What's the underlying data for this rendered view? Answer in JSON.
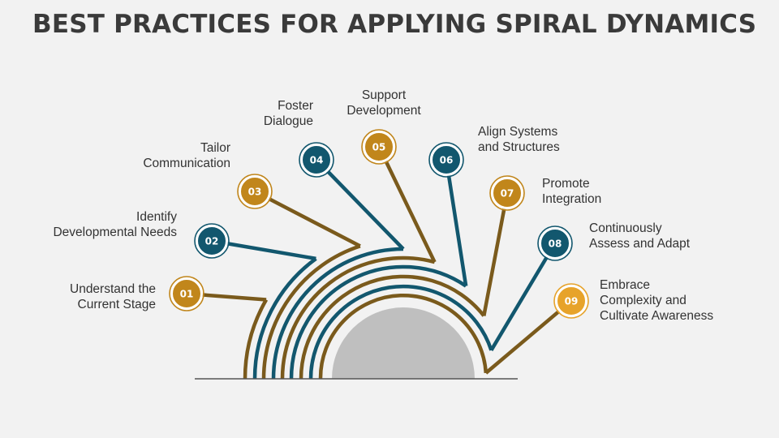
{
  "title": "BEST PRACTICES FOR APPLYING SPIRAL DYNAMICS",
  "colors": {
    "gold": "#c1861b",
    "brown": "#7a5a1c",
    "teal": "#12576e",
    "highlight": "#e7a32a",
    "center": "#bfbfbf",
    "baseline": "#555555"
  },
  "steps": [
    {
      "number": "01",
      "lines": [
        "Understand the",
        "Current Stage"
      ],
      "color": "gold"
    },
    {
      "number": "02",
      "lines": [
        "Identify",
        "Developmental Needs"
      ],
      "color": "teal"
    },
    {
      "number": "03",
      "lines": [
        "Tailor",
        "Communication"
      ],
      "color": "gold"
    },
    {
      "number": "04",
      "lines": [
        "Foster",
        "Dialogue"
      ],
      "color": "teal"
    },
    {
      "number": "05",
      "lines": [
        "Support",
        "Development"
      ],
      "color": "gold"
    },
    {
      "number": "06",
      "lines": [
        "Align Systems",
        "and Structures"
      ],
      "color": "teal"
    },
    {
      "number": "07",
      "lines": [
        "Promote",
        "Integration"
      ],
      "color": "gold"
    },
    {
      "number": "08",
      "lines": [
        "Continuously",
        "Assess and Adapt"
      ],
      "color": "teal"
    },
    {
      "number": "09",
      "lines": [
        "Embrace",
        "Complexity and",
        "Cultivate Awareness"
      ],
      "color": "highlight"
    }
  ]
}
